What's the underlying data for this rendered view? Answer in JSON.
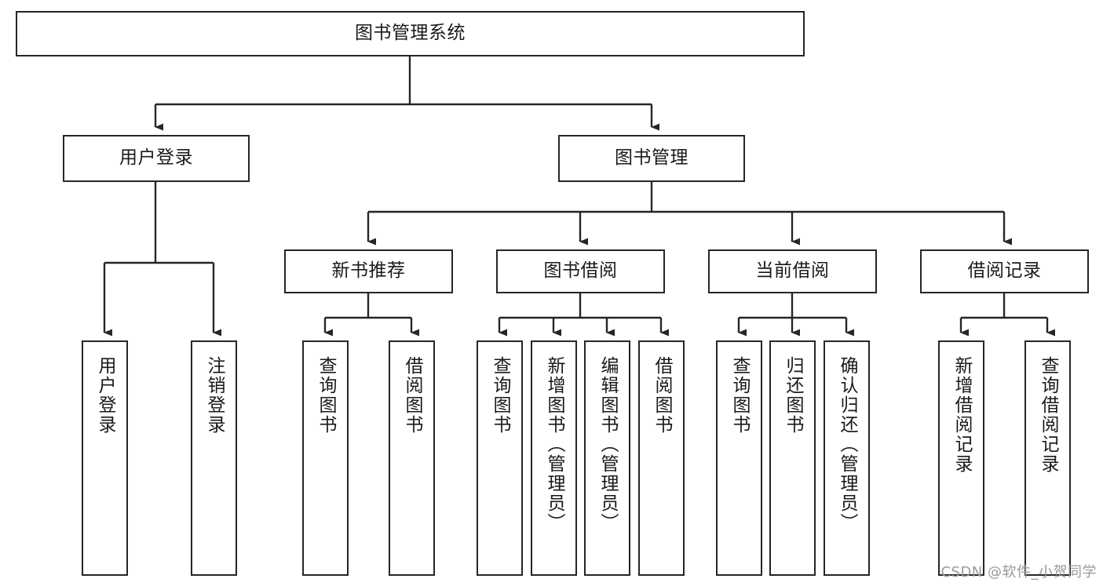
{
  "diagram": {
    "title": "图书管理系统",
    "type": "tree",
    "orientation": "top-down",
    "colors": {
      "node_border": "#262626",
      "node_fill": "#ffffff",
      "edge": "#262626",
      "text": "#1a1a1a",
      "watermark": "#9a9a9a",
      "background": "#ffffff"
    },
    "root": {
      "label": "图书管理系统",
      "name": "node-root-system"
    },
    "level2": [
      {
        "label": "用户登录",
        "name": "node-user-login"
      },
      {
        "label": "图书管理",
        "name": "node-book-management"
      }
    ],
    "level3": [
      {
        "label": "新书推荐",
        "name": "node-new-book-recommend"
      },
      {
        "label": "图书借阅",
        "name": "node-book-borrow"
      },
      {
        "label": "当前借阅",
        "name": "node-current-borrow"
      },
      {
        "label": "借阅记录",
        "name": "node-borrow-record"
      }
    ],
    "leaves": {
      "user_login": [
        {
          "label": "用户登录",
          "name": "leaf-user-login"
        },
        {
          "label": "注销登录",
          "name": "leaf-logout"
        }
      ],
      "new_book_recommend": [
        {
          "label": "查询图书",
          "name": "leaf-query-book-1"
        },
        {
          "label": "借阅图书",
          "name": "leaf-borrow-book-1"
        }
      ],
      "book_borrow": [
        {
          "label": "查询图书",
          "name": "leaf-query-book-2"
        },
        {
          "label": "新增图书（管理员）",
          "name": "leaf-add-book-admin"
        },
        {
          "label": "编辑图书（管理员）",
          "name": "leaf-edit-book-admin"
        },
        {
          "label": "借阅图书",
          "name": "leaf-borrow-book-2"
        }
      ],
      "current_borrow": [
        {
          "label": "查询图书",
          "name": "leaf-query-book-3"
        },
        {
          "label": "归还图书",
          "name": "leaf-return-book"
        },
        {
          "label": "确认归还（管理员）",
          "name": "leaf-confirm-return-admin"
        }
      ],
      "borrow_record": [
        {
          "label": "新增借阅记录",
          "name": "leaf-add-borrow-record"
        },
        {
          "label": "查询借阅记录",
          "name": "leaf-query-borrow-record"
        }
      ]
    },
    "watermark": "CSDN @软件_小贺同学"
  }
}
